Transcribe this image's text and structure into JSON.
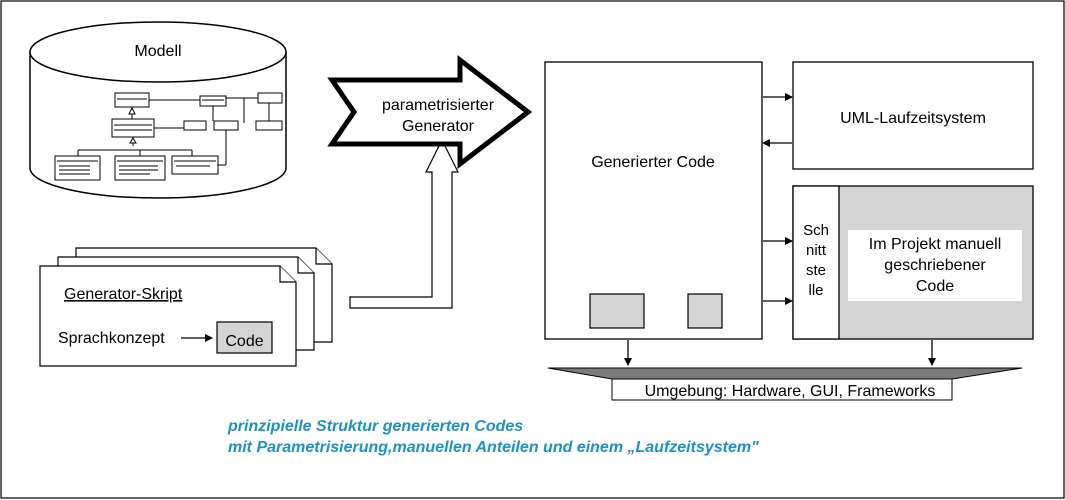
{
  "model": {
    "label": "Modell"
  },
  "generator": {
    "line1": "parametrisierter",
    "line2": "Generator"
  },
  "script": {
    "title": "Generator-Skript",
    "concept": "Sprachkonzept",
    "code": "Code"
  },
  "generated": {
    "label": "Generierter Code"
  },
  "runtime": {
    "label": "UML-Laufzeitsystem"
  },
  "interface": {
    "lines": [
      "Sch",
      "nitt",
      "ste",
      "lle"
    ]
  },
  "manual": {
    "lines": [
      "Im Projekt manuell",
      "geschriebener",
      "Code"
    ]
  },
  "environment": {
    "label": "Umgebung: Hardware, GUI, Frameworks"
  },
  "caption": {
    "line1": "prinzipielle Struktur generierten Codes",
    "line2": "mit Parametrisierung,manuellen Anteilen und einem „Laufzeitsystem\""
  },
  "colors": {
    "box_grey": "#d4d4d4",
    "env_grey": "#7a7a7a",
    "caption_blue": "#1e90c8"
  }
}
